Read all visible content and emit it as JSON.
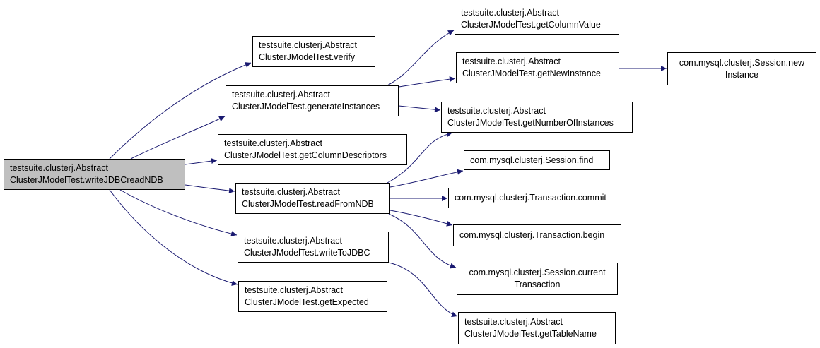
{
  "colors": {
    "edge": "#191970",
    "root_fill": "#bfbfbf",
    "node_fill": "#ffffff",
    "border": "#000000"
  },
  "nodes": {
    "root": "testsuite.clusterj.Abstract\nClusterJModelTest.writeJDBCreadNDB",
    "verify": "testsuite.clusterj.Abstract\nClusterJModelTest.verify",
    "generateInstances": "testsuite.clusterj.Abstract\nClusterJModelTest.generateInstances",
    "getColumnDescriptors": "testsuite.clusterj.Abstract\nClusterJModelTest.getColumnDescriptors",
    "readFromNDB": "testsuite.clusterj.Abstract\nClusterJModelTest.readFromNDB",
    "writeToJDBC": "testsuite.clusterj.Abstract\nClusterJModelTest.writeToJDBC",
    "getExpected": "testsuite.clusterj.Abstract\nClusterJModelTest.getExpected",
    "getColumnValue": "testsuite.clusterj.Abstract\nClusterJModelTest.getColumnValue",
    "getNewInstance": "testsuite.clusterj.Abstract\nClusterJModelTest.getNewInstance",
    "getNumberOfInstances": "testsuite.clusterj.Abstract\nClusterJModelTest.getNumberOfInstances",
    "sessionFind": "com.mysql.clusterj.Session.find",
    "transactionCommit": "com.mysql.clusterj.Transaction.commit",
    "transactionBegin": "com.mysql.clusterj.Transaction.begin",
    "sessionCurrentTransaction": "com.mysql.clusterj.Session.current\nTransaction",
    "getTableName": "testsuite.clusterj.Abstract\nClusterJModelTest.getTableName",
    "sessionNewInstance": "com.mysql.clusterj.Session.new\nInstance"
  },
  "edges": [
    [
      "root",
      "verify"
    ],
    [
      "root",
      "generateInstances"
    ],
    [
      "root",
      "getColumnDescriptors"
    ],
    [
      "root",
      "readFromNDB"
    ],
    [
      "root",
      "writeToJDBC"
    ],
    [
      "root",
      "getExpected"
    ],
    [
      "generateInstances",
      "getColumnValue"
    ],
    [
      "generateInstances",
      "getNewInstance"
    ],
    [
      "generateInstances",
      "getNumberOfInstances"
    ],
    [
      "getNewInstance",
      "sessionNewInstance"
    ],
    [
      "readFromNDB",
      "getNumberOfInstances"
    ],
    [
      "readFromNDB",
      "sessionFind"
    ],
    [
      "readFromNDB",
      "transactionCommit"
    ],
    [
      "readFromNDB",
      "transactionBegin"
    ],
    [
      "readFromNDB",
      "sessionCurrentTransaction"
    ],
    [
      "writeToJDBC",
      "getTableName"
    ]
  ]
}
